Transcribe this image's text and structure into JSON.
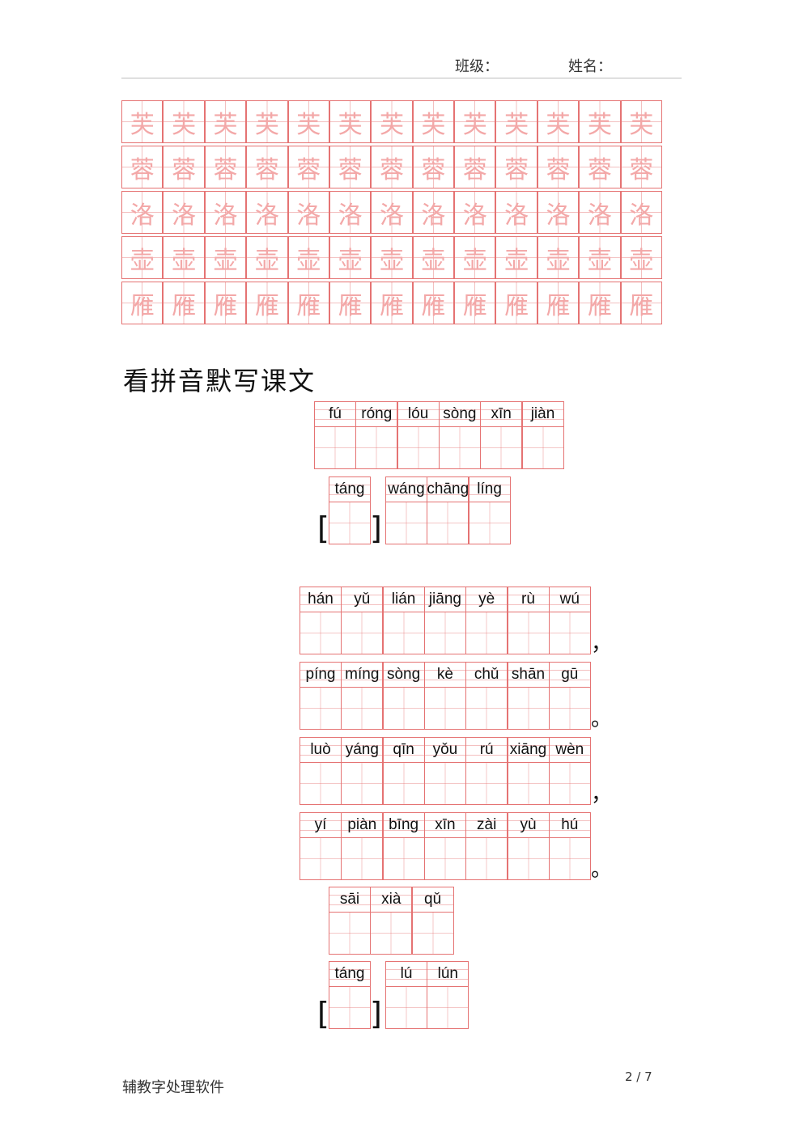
{
  "header": {
    "class_label": "班级：",
    "name_label": "姓名："
  },
  "practice_chars": [
    "芙",
    "蓉",
    "洛",
    "壶",
    "雁"
  ],
  "section_title": "看拼音默写课文",
  "title_line": {
    "row1": [
      "fú",
      "róng",
      "lóu",
      "sòng",
      "xīn",
      "jiàn"
    ],
    "dynasty": [
      "táng"
    ],
    "author": [
      "wáng",
      "chāng",
      "líng"
    ]
  },
  "poem_lines": [
    {
      "pinyin": [
        "hán",
        "yǔ",
        "lián",
        "jiāng",
        "yè",
        "rù",
        "wú"
      ],
      "punct": "，"
    },
    {
      "pinyin": [
        "píng",
        "míng",
        "sòng",
        "kè",
        "chǔ",
        "shān",
        "gū"
      ],
      "punct": "。"
    },
    {
      "pinyin": [
        "luò",
        "yáng",
        "qīn",
        "yǒu",
        "rú",
        "xiāng",
        "wèn"
      ],
      "punct": "，"
    },
    {
      "pinyin": [
        "yí",
        "piàn",
        "bīng",
        "xīn",
        "zài",
        "yù",
        "hú"
      ],
      "punct": "。"
    }
  ],
  "title2": {
    "row1": [
      "sāi",
      "xià",
      "qǔ"
    ],
    "dynasty": [
      "táng"
    ],
    "author": [
      "lú",
      "lún"
    ]
  },
  "brackets": {
    "open": "[",
    "close": "]"
  },
  "footer": {
    "software": "辅教字处理软件",
    "page": "2 / 7"
  }
}
